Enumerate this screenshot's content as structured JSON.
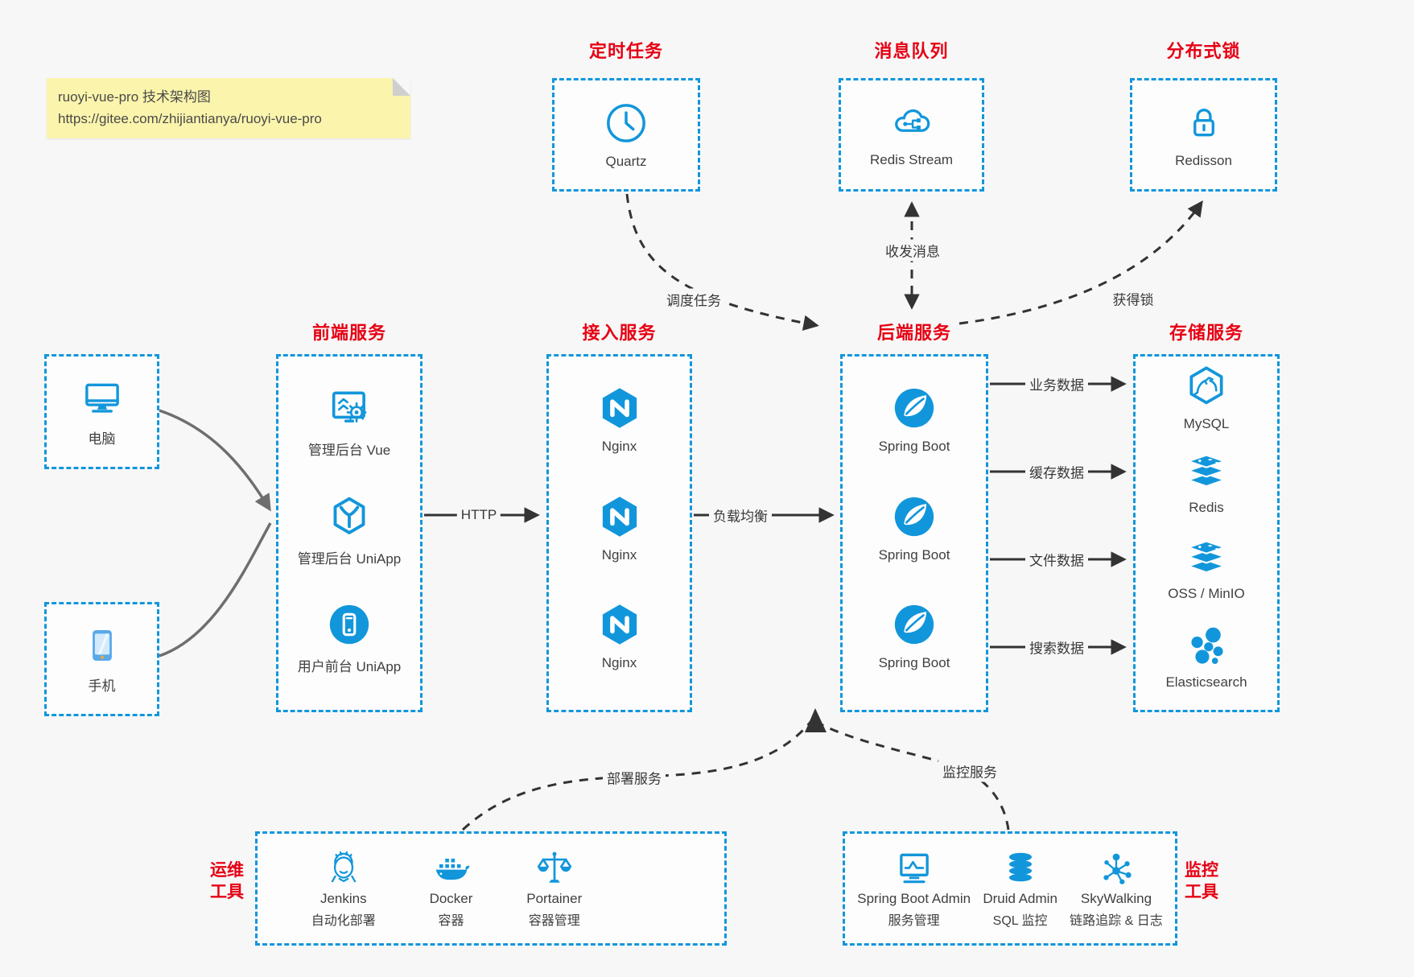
{
  "note": {
    "line1": "ruoyi-vue-pro 技术架构图",
    "line2": "https://gitee.com/zhijiantianya/ruoyi-vue-pro"
  },
  "top_groups": [
    {
      "title": "定时任务",
      "label": "Quartz"
    },
    {
      "title": "消息队列",
      "label": "Redis Stream"
    },
    {
      "title": "分布式锁",
      "label": "Redisson"
    }
  ],
  "clients": [
    {
      "label": "电脑"
    },
    {
      "label": "手机"
    }
  ],
  "columns": [
    {
      "title": "前端服务",
      "items": [
        {
          "label": "管理后台 Vue"
        },
        {
          "label": "管理后台 UniApp"
        },
        {
          "label": "用户前台 UniApp"
        }
      ]
    },
    {
      "title": "接入服务",
      "items": [
        {
          "label": "Nginx"
        },
        {
          "label": "Nginx"
        },
        {
          "label": "Nginx"
        }
      ]
    },
    {
      "title": "后端服务",
      "items": [
        {
          "label": "Spring Boot"
        },
        {
          "label": "Spring Boot"
        },
        {
          "label": "Spring Boot"
        }
      ]
    },
    {
      "title": "存储服务",
      "items": [
        {
          "label": "MySQL"
        },
        {
          "label": "Redis"
        },
        {
          "label": "OSS / MinIO"
        },
        {
          "label": "Elasticsearch"
        }
      ]
    }
  ],
  "bottom_groups": [
    {
      "title_line1": "运维",
      "title_line2": "工具",
      "items": [
        {
          "name": "Jenkins",
          "desc": "自动化部署"
        },
        {
          "name": "Docker",
          "desc": "容器"
        },
        {
          "name": "Portainer",
          "desc": "容器管理"
        }
      ]
    },
    {
      "title_line1": "监控",
      "title_line2": "工具",
      "items": [
        {
          "name": "Spring Boot Admin",
          "desc": "服务管理"
        },
        {
          "name": "Druid Admin",
          "desc": "SQL 监控"
        },
        {
          "name": "SkyWalking",
          "desc": "链路追踪 & 日志"
        }
      ]
    }
  ],
  "edge_labels": {
    "schedule": "调度任务",
    "message": "收发消息",
    "lock": "获得锁",
    "http": "HTTP",
    "load_balance": "负载均衡",
    "business_data": "业务数据",
    "cache_data": "缓存数据",
    "file_data": "文件数据",
    "search_data": "搜索数据",
    "deploy": "部署服务",
    "monitor": "监控服务"
  },
  "colors": {
    "accent_blue": "#1296db",
    "title_red": "#e60013",
    "note_bg": "#fbf4ac",
    "arrow_dark": "#333333",
    "text": "#404040",
    "canvas_bg": "#f7f7f7"
  }
}
